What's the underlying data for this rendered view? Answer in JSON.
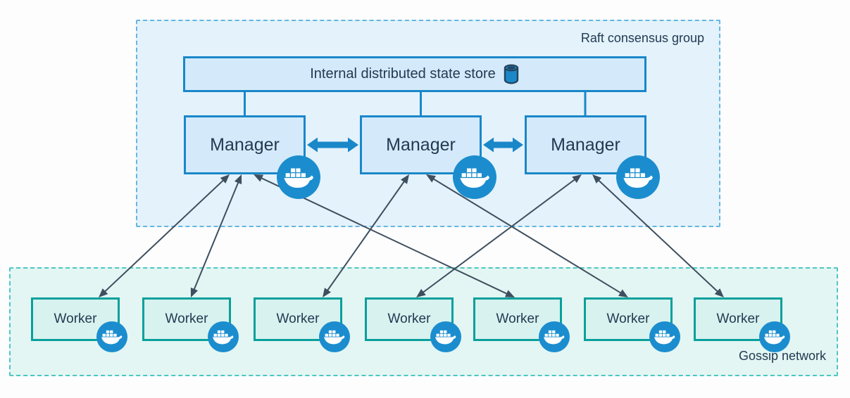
{
  "diagram": {
    "raft_group": {
      "label": "Raft consensus group"
    },
    "gossip_group": {
      "label": "Gossip network"
    },
    "state_store": {
      "label": "Internal distributed state store",
      "icon": "database-cylinder-icon"
    },
    "managers": [
      {
        "id": "manager-1",
        "label": "Manager",
        "icon": "docker-whale-icon"
      },
      {
        "id": "manager-2",
        "label": "Manager",
        "icon": "docker-whale-icon"
      },
      {
        "id": "manager-3",
        "label": "Manager",
        "icon": "docker-whale-icon"
      }
    ],
    "workers": [
      {
        "id": "worker-1",
        "label": "Worker",
        "icon": "docker-whale-icon"
      },
      {
        "id": "worker-2",
        "label": "Worker",
        "icon": "docker-whale-icon"
      },
      {
        "id": "worker-3",
        "label": "Worker",
        "icon": "docker-whale-icon"
      },
      {
        "id": "worker-4",
        "label": "Worker",
        "icon": "docker-whale-icon"
      },
      {
        "id": "worker-5",
        "label": "Worker",
        "icon": "docker-whale-icon"
      },
      {
        "id": "worker-6",
        "label": "Worker",
        "icon": "docker-whale-icon"
      },
      {
        "id": "worker-7",
        "label": "Worker",
        "icon": "docker-whale-icon"
      }
    ],
    "store_links": [
      "manager-1",
      "manager-2",
      "manager-3"
    ],
    "manager_links": [
      {
        "from": "manager-1",
        "to": "manager-2",
        "style": "thick-bidirectional"
      },
      {
        "from": "manager-2",
        "to": "manager-3",
        "style": "thick-bidirectional"
      }
    ],
    "edges": [
      {
        "from": "manager-1",
        "to": "worker-1",
        "style": "thin-bidirectional"
      },
      {
        "from": "manager-1",
        "to": "worker-2",
        "style": "thin-bidirectional"
      },
      {
        "from": "manager-1",
        "to": "worker-5",
        "style": "thin-bidirectional"
      },
      {
        "from": "manager-2",
        "to": "worker-3",
        "style": "thin-bidirectional"
      },
      {
        "from": "manager-2",
        "to": "worker-6",
        "style": "thin-bidirectional"
      },
      {
        "from": "manager-3",
        "to": "worker-4",
        "style": "thin-bidirectional"
      },
      {
        "from": "manager-3",
        "to": "worker-7",
        "style": "thin-bidirectional"
      }
    ],
    "colors": {
      "blue_accent": "#1a87c9",
      "blue_box_fill": "#d4eafa",
      "raft_fill": "#e4f2fb",
      "raft_border": "#64b6e2",
      "teal_accent": "#09a09b",
      "worker_fill": "#d8f2ef",
      "gossip_fill": "#e3f6f3",
      "gossip_border": "#4fc6c1",
      "docker_badge_blue": "#1b8dce",
      "thin_arrow": "#3e4f5f",
      "text": "#223a52"
    }
  }
}
